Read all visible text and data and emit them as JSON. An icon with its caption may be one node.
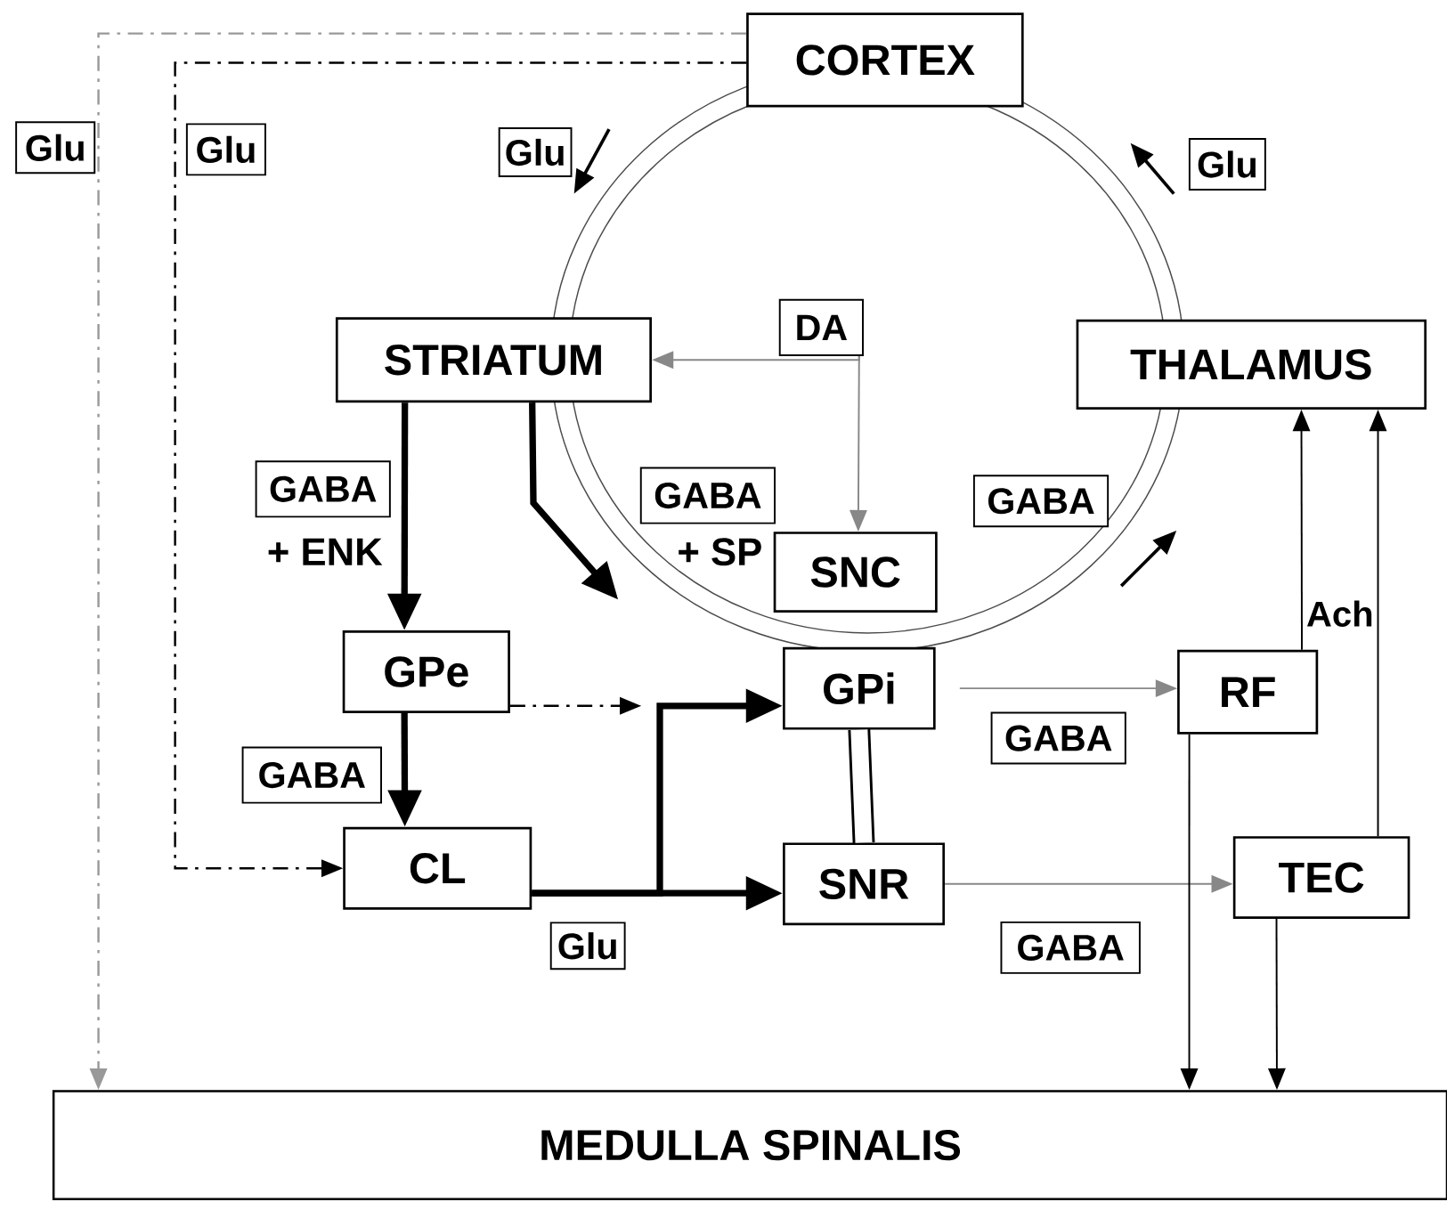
{
  "diagram": {
    "nodes": [
      {
        "text": [
          "CORTEX"
        ]
      },
      {
        "text": [
          "Glu"
        ]
      },
      {
        "text": [
          "Glu"
        ]
      },
      {
        "text": [
          "Glu"
        ]
      },
      {
        "text": [
          "Glu"
        ]
      },
      {
        "text": [
          "DA"
        ]
      },
      {
        "text": [
          "STRIATUM"
        ]
      },
      {
        "text": [
          "THALAMUS"
        ]
      },
      {
        "text": [
          "GABA"
        ],
        "beside": [
          "+ ENK"
        ]
      },
      {
        "text": [
          "GABA"
        ],
        "beside": [
          "+ SP"
        ]
      },
      {
        "text": [
          "GABA"
        ]
      },
      {
        "text": [
          "SNC"
        ]
      },
      {
        "text": [
          "GPe"
        ]
      },
      {
        "text": [
          "GPi"
        ]
      },
      {
        "text": [
          "RF"
        ]
      },
      {
        "text": [
          "GABA"
        ]
      },
      {
        "text": [
          "GABA"
        ]
      },
      {
        "text": [
          "CL"
        ]
      },
      {
        "text": [
          "SNR"
        ]
      },
      {
        "text": [
          "TEC"
        ]
      },
      {
        "text": [
          "Glu"
        ]
      },
      {
        "text": [
          "GABA"
        ]
      },
      {
        "text": [
          "MEDULLA SPINALIS"
        ]
      }
    ],
    "edges": [
      {
        "from": 0,
        "to": 22,
        "arrow": "to",
        "style": "dashed",
        "color": "#999999"
      },
      {
        "from": 0,
        "to": 17,
        "arrow": "to",
        "style": "dashed"
      },
      {
        "from": 5,
        "to": 6,
        "arrow": "to",
        "color": "#888888"
      },
      {
        "from": 5,
        "to": 11,
        "arrow": "to",
        "color": "#888888"
      },
      {
        "from": 6,
        "to": 12,
        "arrow": "to",
        "style": "thick"
      },
      {
        "from": 6,
        "to": null,
        "arrow": "to",
        "style": "thick"
      },
      {
        "from": 12,
        "to": null,
        "arrow": "to",
        "style": "dashed"
      },
      {
        "from": 12,
        "to": 17,
        "arrow": "to",
        "style": "thick"
      },
      {
        "from": 17,
        "to": 13,
        "arrow": "to",
        "style": "thick"
      },
      {
        "from": 17,
        "to": 18,
        "arrow": "to",
        "style": "thick"
      },
      {
        "from": 13,
        "to": 18,
        "arrow": "none",
        "style": "thick"
      },
      {
        "from": null,
        "to": 14,
        "arrow": "to",
        "color": "#888888"
      },
      {
        "from": 18,
        "to": 19,
        "arrow": "to",
        "color": "#888888"
      },
      {
        "from": 14,
        "to": 7,
        "arrow": "to"
      },
      {
        "from": 19,
        "to": 7,
        "arrow": "to"
      },
      {
        "from": 14,
        "to": 22,
        "arrow": "to"
      },
      {
        "from": 19,
        "to": 22,
        "arrow": "to"
      }
    ],
    "labels": [
      "Ach"
    ]
  }
}
